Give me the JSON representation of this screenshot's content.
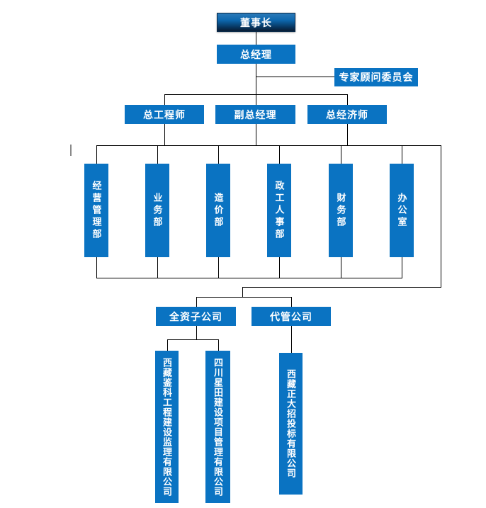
{
  "diagram": {
    "type": "org-chart",
    "nodes": {
      "chairman": {
        "label": "董事长"
      },
      "general_manager": {
        "label": "总经理"
      },
      "expert_committee": {
        "label": "专家顾问委员会"
      },
      "chief_engineer": {
        "label": "总工程师"
      },
      "deputy_general_manager": {
        "label": "副总经理"
      },
      "chief_economist": {
        "label": "总经济师"
      },
      "departments": [
        {
          "label": "经营管理部"
        },
        {
          "label": "业务部"
        },
        {
          "label": "造价部"
        },
        {
          "label": "政工人事部"
        },
        {
          "label": "财务部"
        },
        {
          "label": "办公室"
        }
      ],
      "wholly_owned_group": {
        "label": "全资子公司"
      },
      "managed_group": {
        "label": "代管公司"
      },
      "companies": [
        {
          "label": "西藏鉴科工程建设监理有限公司",
          "parent": "全资子公司"
        },
        {
          "label": "四川星田建设项目管理有限公司",
          "parent": "全资子公司"
        },
        {
          "label": "西藏正大招投标有限公司",
          "parent": "代管公司"
        }
      ]
    },
    "colors": {
      "node_blue": "#0a73c2",
      "chairman_gradient_top": "#2b7ab8",
      "chairman_gradient_bottom": "#081c33",
      "connector": "#000000",
      "text": "#ffffff"
    }
  }
}
